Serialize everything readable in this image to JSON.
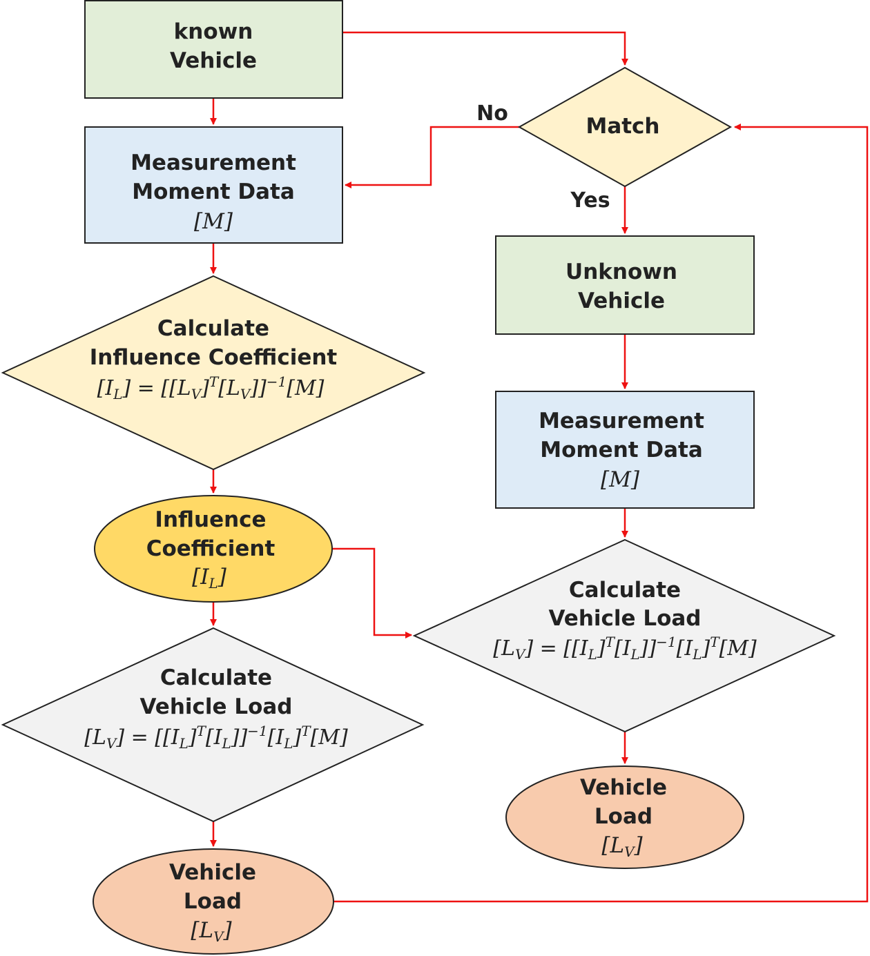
{
  "colors": {
    "green_box": "#e2eed8",
    "blue_box": "#deebf7",
    "diamond_yellow": "#fff2cc",
    "diamond_gray": "#f2f2f2",
    "ellipse_gold": "#ffd966",
    "ellipse_peach": "#f8cbad",
    "arrow": "#ee1111",
    "outline": "#222222"
  },
  "nodes": {
    "known_vehicle": {
      "line1": "known",
      "line2": "Vehicle"
    },
    "measure_left": {
      "line1": "Measurement",
      "line2": "Moment Data",
      "math": "[M]"
    },
    "calc_influence": {
      "line1": "Calculate",
      "line2": "Influence Coefficient",
      "math": "[I_L] = [[L_V]^T[L_V]]^-1[M]"
    },
    "influence_coef": {
      "line1": "Influence",
      "line2": "Coefficient",
      "math": "[I_L]"
    },
    "calc_load_left": {
      "line1": "Calculate",
      "line2": "Vehicle Load",
      "math": "[L_V] = [[I_L]^T[I_L]]^-1[I_L]^T[M]"
    },
    "vehicle_load_left": {
      "line1": "Vehicle",
      "line2": "Load",
      "math": "[L_V]"
    },
    "match": {
      "label": "Match"
    },
    "unknown_vehicle": {
      "line1": "Unknown",
      "line2": "Vehicle"
    },
    "measure_right": {
      "line1": "Measurement",
      "line2": "Moment Data",
      "math": "[M]"
    },
    "calc_load_right": {
      "line1": "Calculate",
      "line2": "Vehicle Load",
      "math": "[L_V] = [[I_L]^T[I_L]]^-1[I_L]^T[M]"
    },
    "vehicle_load_right": {
      "line1": "Vehicle",
      "line2": "Load",
      "math": "[L_V]"
    }
  },
  "edges": {
    "no_label": "No",
    "yes_label": "Yes"
  }
}
